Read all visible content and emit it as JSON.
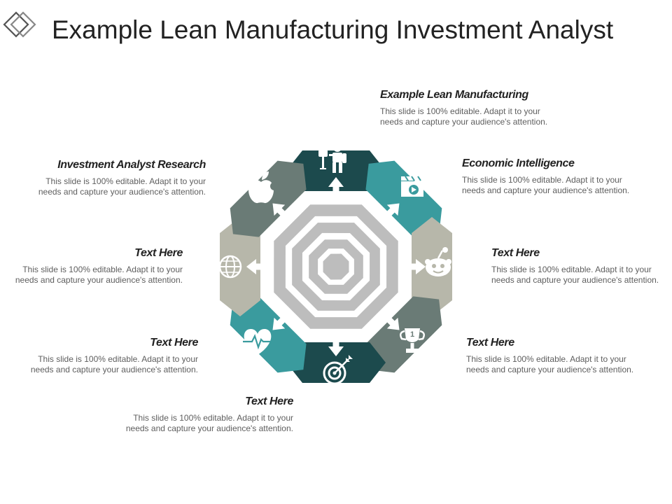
{
  "title": "Example Lean Manufacturing Investment Analyst",
  "colors": {
    "dark_teal": "#1c4a4d",
    "teal": "#3a9b9e",
    "slate": "#6a7b76",
    "stone": "#b7b7aa",
    "octagon_gray": "#bdbdbd",
    "arrow": "#ffffff",
    "heading_text": "#222222",
    "body_text": "#5e5e5e"
  },
  "segments": [
    {
      "id": "top",
      "icon": "mailbox-person-icon",
      "color": "#1c4a4d"
    },
    {
      "id": "top-right",
      "icon": "video-player-icon",
      "color": "#3a9b9e"
    },
    {
      "id": "right",
      "icon": "robot-face-icon",
      "color": "#b7b7aa"
    },
    {
      "id": "bottom-right",
      "icon": "trophy-icon",
      "color": "#6a7b76"
    },
    {
      "id": "bottom",
      "icon": "target-arrow-icon",
      "color": "#1c4a4d"
    },
    {
      "id": "bottom-left",
      "icon": "heart-pulse-icon",
      "color": "#3a9b9e"
    },
    {
      "id": "left",
      "icon": "globe-person-icon",
      "color": "#b7b7aa"
    },
    {
      "id": "top-left",
      "icon": "apple-icon",
      "color": "#6a7b76"
    }
  ],
  "blocks": [
    {
      "heading": "Example Lean Manufacturing",
      "body": "This slide is 100% editable. Adapt it to your needs and capture your audience's attention."
    },
    {
      "heading": "Economic Intelligence",
      "body": "This slide is 100% editable. Adapt it to your needs and capture your audience's attention."
    },
    {
      "heading": "Text Here",
      "body": "This slide is 100% editable. Adapt it to your needs and capture your audience's attention."
    },
    {
      "heading": "Text Here",
      "body": "This slide is 100% editable. Adapt it to your needs and capture your audience's attention."
    },
    {
      "heading": "Text Here",
      "body": "This slide is 100% editable. Adapt it to your needs and capture your audience's attention."
    },
    {
      "heading": "Text Here",
      "body": "This slide is 100% editable. Adapt it to your needs and capture your audience's attention."
    },
    {
      "heading": "Text Here",
      "body": "This slide is 100% editable. Adapt it to your needs and capture your audience's attention."
    },
    {
      "heading": "Investment Analyst Research",
      "body": "This slide is 100% editable. Adapt it to your needs and capture your audience's attention."
    }
  ]
}
